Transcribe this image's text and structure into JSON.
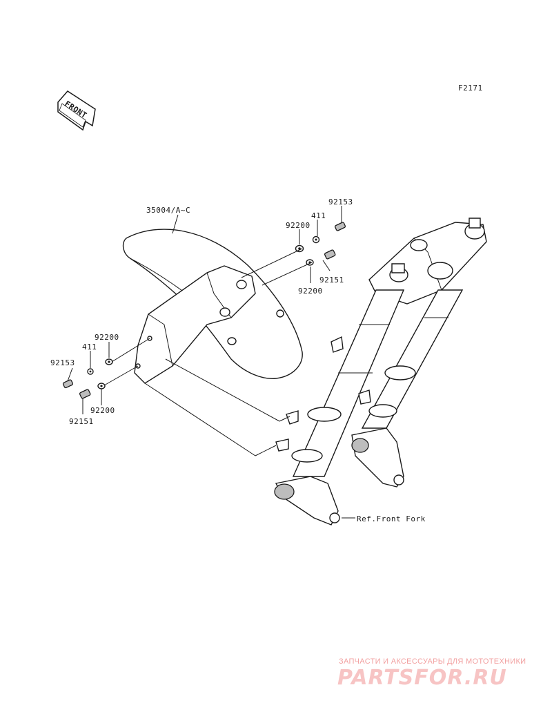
{
  "figure_code": "F2171",
  "front_tag": "FRONT",
  "reference": "Ref.Front Fork",
  "parts": {
    "fender": "35004/A~C",
    "upper_bolt_r": "92153",
    "upper_collar_r": "411",
    "upper_washer_r": "92200",
    "lower_bolt_r": "92151",
    "lower_washer_r": "92200",
    "upper_washer_l": "92200",
    "upper_collar_l": "411",
    "upper_bolt_l": "92153",
    "lower_washer_l": "92200",
    "lower_bolt_l": "92151"
  },
  "watermark": {
    "tagline": "ЗАПЧАСТИ И АКСЕССУАРЫ ДЛЯ МОТОТЕХНИКИ",
    "logo": "PARTSFOR.RU"
  }
}
